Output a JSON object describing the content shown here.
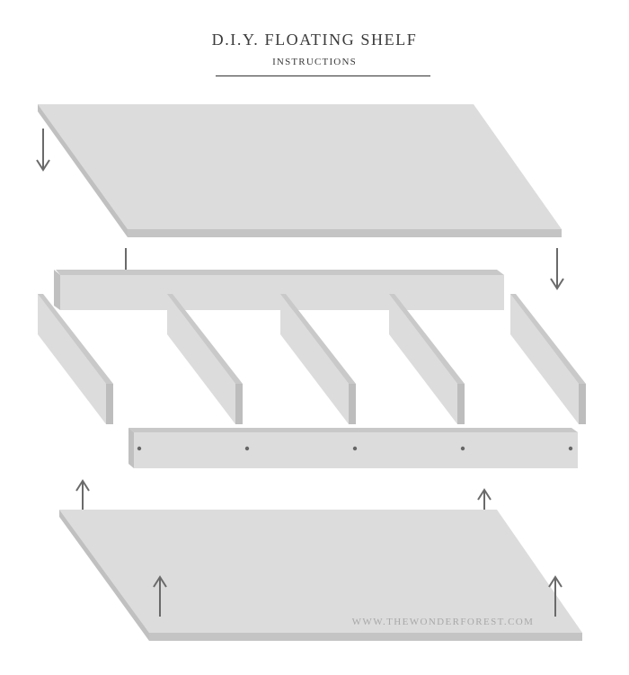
{
  "header": {
    "title": "D.I.Y. FLOATING SHELF",
    "subtitle": "INSTRUCTIONS"
  },
  "watermark": "WWW.THEWONDERFOREST.COM",
  "colors": {
    "panel_top": "#dcdcdc",
    "panel_edge": "#c3c3c3",
    "panel_edge_dark": "#b8b8b8",
    "arrow": "#6a6a6a",
    "dot": "#666666",
    "text": "#3a3a3a",
    "watermark": "#a8a8a8"
  }
}
